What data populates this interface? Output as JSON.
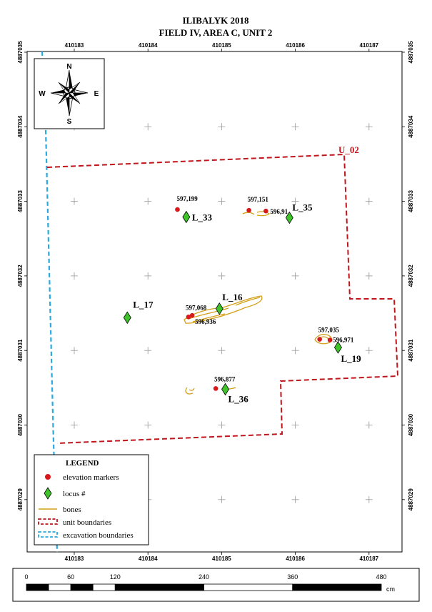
{
  "title": {
    "line1": "ILIBALYK 2018",
    "line2": "FIELD IV, AREA C, UNIT 2"
  },
  "eastings": [
    {
      "label": "410183",
      "value": 410183
    },
    {
      "label": "410184",
      "value": 410184
    },
    {
      "label": "410185",
      "value": 410185
    },
    {
      "label": "410186",
      "value": 410186
    },
    {
      "label": "410187",
      "value": 410187
    }
  ],
  "northings": [
    {
      "label": "4887035",
      "value": 4887035
    },
    {
      "label": "4887034",
      "value": 4887034
    },
    {
      "label": "4887033",
      "value": 4887033
    },
    {
      "label": "4887032",
      "value": 4887032
    },
    {
      "label": "4887031",
      "value": 4887031
    },
    {
      "label": "4887030",
      "value": 4887030
    },
    {
      "label": "4887029",
      "value": 4887029
    }
  ],
  "compass": {
    "n": "N",
    "s": "S",
    "e": "E",
    "w": "W"
  },
  "unit_label": "U_02",
  "elevation_markers": [
    {
      "label": "597,199",
      "x": 410184.4,
      "y": 4887032.89
    },
    {
      "label": "597,151",
      "x": 410185.37,
      "y": 4887032.88
    },
    {
      "label": "596,91",
      "x": 410185.6,
      "y": 4887032.87
    },
    {
      "label": "597,068",
      "x": 410184.55,
      "y": 4887031.45
    },
    {
      "label": "596,936",
      "x": 410184.6,
      "y": 4887031.47
    },
    {
      "label": "597,035",
      "x": 410186.33,
      "y": 4887031.15
    },
    {
      "label": "596,971",
      "x": 410186.47,
      "y": 4887031.14
    },
    {
      "label": "596,877",
      "x": 410184.92,
      "y": 4887030.49
    }
  ],
  "loci": [
    {
      "label": "L_33",
      "x": 410184.52,
      "y": 4887032.79
    },
    {
      "label": "L_35",
      "x": 410185.92,
      "y": 4887032.78
    },
    {
      "label": "L_16",
      "x": 410184.97,
      "y": 4887031.56
    },
    {
      "label": "L_17",
      "x": 410183.72,
      "y": 4887031.44
    },
    {
      "label": "L_19",
      "x": 410186.58,
      "y": 4887031.04
    },
    {
      "label": "L_36",
      "x": 410185.05,
      "y": 4887030.48
    }
  ],
  "legend": {
    "title": "LEGEND",
    "items": [
      {
        "label": "elevation markers",
        "symbol": "elevation-marker"
      },
      {
        "label": "locus #",
        "symbol": "locus"
      },
      {
        "label": "bones",
        "symbol": "bones"
      },
      {
        "label": "unit boundaries",
        "symbol": "unit-boundary"
      },
      {
        "label": "excavation boundaries",
        "symbol": "excavation-boundary"
      }
    ]
  },
  "scale_bar": {
    "ticks": [
      "0",
      "60",
      "120",
      "240",
      "360",
      "480"
    ],
    "unit": "cm"
  },
  "colors": {
    "elevation_marker": "#d7191c",
    "locus_fill": "#3ec428",
    "bones": "#d4a017",
    "unit_boundary": "#c0151b",
    "excavation_boundary": "#29a9dd",
    "grid_cross": "#9a9a9a"
  }
}
